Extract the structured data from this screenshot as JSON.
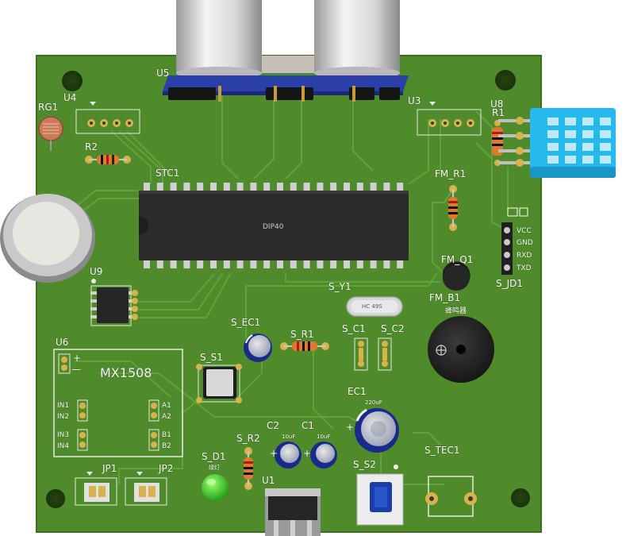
{
  "labels": {
    "u5": "U5",
    "u4": "U4",
    "u3": "U3",
    "u8": "U8",
    "rg1": "RG1",
    "r1": "R1",
    "r2": "R2",
    "stc1": "STC1",
    "dip40": "DIP40",
    "fm_r1": "FM_R1",
    "fm_q1": "FM_Q1",
    "fm_b1": "FM_B1",
    "buzzer": "蜂鸣器",
    "s_jd1": "S_JD1",
    "vcc": "VCC",
    "gnd": "GND",
    "rxd": "RXD",
    "txd": "TXD",
    "u9": "U9",
    "s_y1": "S_Y1",
    "crystal": "HC 49S",
    "s_c1": "S_C1",
    "s_c2": "S_C2",
    "s_ec1": "S_EC1",
    "s_r1": "S_R1",
    "s_s1": "S_S1",
    "u6": "U6",
    "mx1508": "MX1508",
    "in1": "IN1",
    "in2": "IN2",
    "in3": "IN3",
    "in4": "IN4",
    "a1": "A1",
    "a2": "A2",
    "b1": "B1",
    "b2": "B2",
    "ec1": "EC1",
    "ec1_val": "220uF",
    "c2": "C2",
    "c1": "C1",
    "c2_val": "10uF",
    "c1_val": "10uF",
    "s_r2": "S_R2",
    "s_d1": "S_D1",
    "led_txt": "绿灯",
    "u1": "U1",
    "s_s2": "S_S2",
    "s_tec1": "S_TEC1",
    "jp1": "JP1",
    "jp2": "JP2",
    "plus": "+",
    "minus": "—"
  },
  "colors": {
    "board": "#4f8a2b",
    "board_edge": "#3d6f1f",
    "trace": "#62a23a",
    "silk": "#ffffff",
    "chip": "#2b2b2b",
    "module_blue": "#2a3fa8",
    "dht_blue": "#26b9ee",
    "pad_gold": "#d8b24a"
  }
}
